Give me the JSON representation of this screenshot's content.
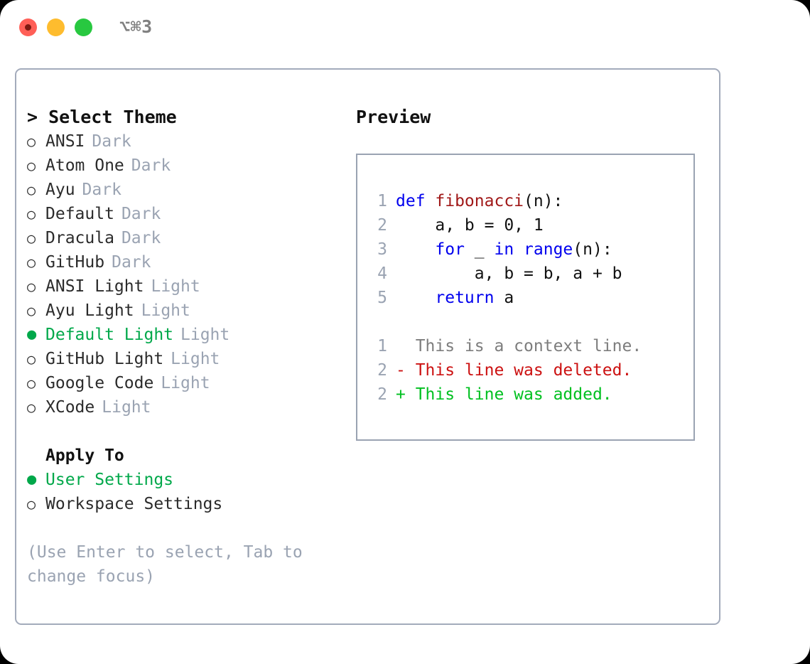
{
  "window": {
    "title": "⌥⌘3",
    "traffic_lights": [
      "close-red",
      "minimize-yellow",
      "maximize-green"
    ],
    "colors": {
      "red": "#ff5f57",
      "yellow": "#febc2e",
      "green": "#28c840",
      "accent_green": "#00a84a",
      "muted": "#9aa3b2",
      "border": "#a3abbb"
    }
  },
  "theme_picker": {
    "header": "> Select Theme",
    "bullet_selected": "●",
    "bullet_unselected": "○",
    "options": [
      {
        "name": "ANSI",
        "variant": "Dark",
        "selected": false
      },
      {
        "name": "Atom One",
        "variant": "Dark",
        "selected": false
      },
      {
        "name": "Ayu",
        "variant": "Dark",
        "selected": false
      },
      {
        "name": "Default",
        "variant": "Dark",
        "selected": false
      },
      {
        "name": "Dracula",
        "variant": "Dark",
        "selected": false
      },
      {
        "name": "GitHub",
        "variant": "Dark",
        "selected": false
      },
      {
        "name": "ANSI Light",
        "variant": "Light",
        "selected": false
      },
      {
        "name": "Ayu Light",
        "variant": "Light",
        "selected": false
      },
      {
        "name": "Default Light",
        "variant": "Light",
        "selected": true
      },
      {
        "name": "GitHub Light",
        "variant": "Light",
        "selected": false
      },
      {
        "name": "Google Code",
        "variant": "Light",
        "selected": false
      },
      {
        "name": "XCode",
        "variant": "Light",
        "selected": false
      }
    ]
  },
  "apply_to": {
    "header": "Apply To",
    "options": [
      {
        "name": "User Settings",
        "selected": true
      },
      {
        "name": "Workspace Settings",
        "selected": false
      }
    ]
  },
  "hint": "(Use Enter to select, Tab to change focus)",
  "preview": {
    "header": "Preview",
    "code_lines": [
      {
        "num": "1",
        "tokens": [
          {
            "text": "def ",
            "type": "kw"
          },
          {
            "text": "fibonacci",
            "type": "fn"
          },
          {
            "text": "(n):",
            "type": "plain"
          }
        ]
      },
      {
        "num": "2",
        "tokens": [
          {
            "text": "    a, b = 0, 1",
            "type": "plain"
          }
        ]
      },
      {
        "num": "3",
        "tokens": [
          {
            "text": "    ",
            "type": "plain"
          },
          {
            "text": "for",
            "type": "kw"
          },
          {
            "text": " _ ",
            "type": "plain"
          },
          {
            "text": "in",
            "type": "kw"
          },
          {
            "text": " ",
            "type": "plain"
          },
          {
            "text": "range",
            "type": "kw"
          },
          {
            "text": "(n):",
            "type": "plain"
          }
        ]
      },
      {
        "num": "4",
        "tokens": [
          {
            "text": "        a, b = b, a + b",
            "type": "plain"
          }
        ]
      },
      {
        "num": "5",
        "tokens": [
          {
            "text": "    ",
            "type": "plain"
          },
          {
            "text": "return",
            "type": "kw"
          },
          {
            "text": " a",
            "type": "plain"
          }
        ]
      }
    ],
    "diff_lines": [
      {
        "num": "1",
        "marker": " ",
        "text": " This is a context line.",
        "type": "ctx"
      },
      {
        "num": "2",
        "marker": "-",
        "text": " This line was deleted.",
        "type": "del"
      },
      {
        "num": "2",
        "marker": "+",
        "text": " This line was added.",
        "type": "add"
      }
    ]
  }
}
